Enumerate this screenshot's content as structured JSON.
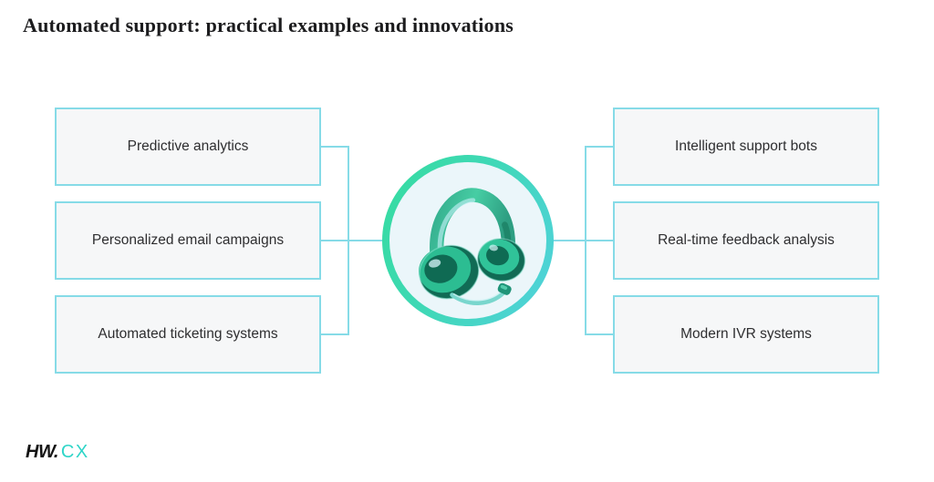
{
  "title": "Automated support: practical examples and innovations",
  "diagram": {
    "left_items": [
      {
        "label": "Predictive analytics"
      },
      {
        "label": "Personalized email campaigns"
      },
      {
        "label": "Automated ticketing systems"
      }
    ],
    "right_items": [
      {
        "label": "Intelligent support bots"
      },
      {
        "label": "Real-time feedback analysis"
      },
      {
        "label": "Modern IVR systems"
      }
    ],
    "center_icon": "headset-icon"
  },
  "logo": {
    "primary": "HW.",
    "secondary": "CX"
  },
  "colors": {
    "box_border": "#86dbe7",
    "box_fill": "#f6f7f8",
    "connector": "#86dbe7",
    "ring_gradient_start": "#35dc9e",
    "ring_gradient_end": "#52d1de",
    "ring_inner_fill": "#ebf6fa",
    "headset_teal": "#2cbd92",
    "logo_primary": "#141414",
    "logo_secondary": "#2fd5c8",
    "title_text": "#1c1c1e",
    "box_text": "#2e2e30"
  }
}
